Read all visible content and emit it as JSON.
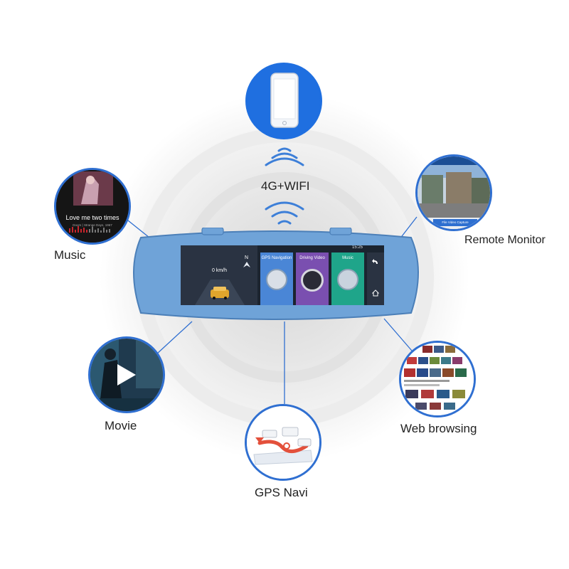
{
  "connectivity": {
    "label": "4G+WIFI"
  },
  "features": {
    "music": {
      "label": "Music",
      "song_title": "Love me two times",
      "song_artist": "Doors | Strange Days, 1967"
    },
    "movie": {
      "label": "Movie"
    },
    "gps_navi": {
      "label": "GPS Navi"
    },
    "remote_monitor": {
      "label": "Remote Monitor",
      "capture_label": "File Video Capture"
    },
    "web_browsing": {
      "label": "Web browsing"
    }
  },
  "device_screen": {
    "speed": "0 km/h",
    "compass": "N",
    "time": "15:25",
    "apps": [
      "GPS Navigation",
      "Driving Video",
      "Music"
    ],
    "back_icon": "back-icon",
    "home_icon": "home-icon"
  },
  "colors": {
    "accent_blue": "#2f6fd1",
    "mirror_blue": "#7fb4e6",
    "tile_gps": "#4a86d6",
    "tile_video": "#7a4fb0",
    "tile_music": "#1fa58a"
  }
}
